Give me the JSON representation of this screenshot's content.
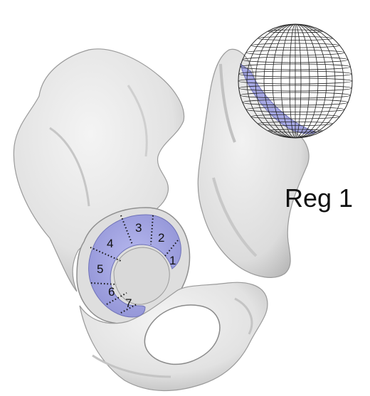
{
  "figure": {
    "region_label": "Reg 1",
    "segments": [
      "1",
      "2",
      "3",
      "4",
      "5",
      "6",
      "7"
    ]
  },
  "colors": {
    "bone_fill": "#e8e8e8",
    "bone_shadow": "#b9b9b9",
    "cartilage": "#a9abe6",
    "cartilage_shadow": "#8d8fd0",
    "mesh_line": "#222222",
    "segment_divider": "#111111"
  },
  "objects": [
    "pelvis-bone",
    "proximal-femur",
    "wireframe-sphere",
    "acetabular-cartilage"
  ]
}
